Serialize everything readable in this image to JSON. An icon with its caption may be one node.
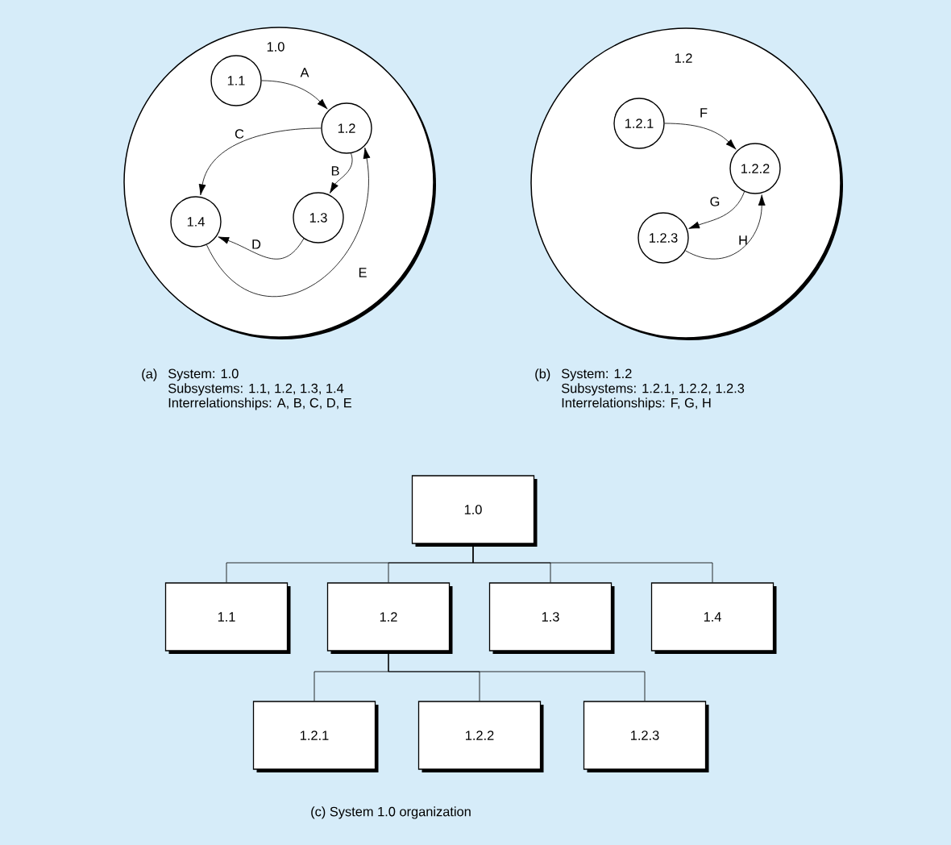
{
  "diagram": {
    "caption": "(c) System 1.0 organization",
    "nodes": [
      {
        "text": [
          "1.0"
        ]
      },
      {
        "text": [
          "1.1"
        ],
        "in": 0
      },
      {
        "text": [
          "1.2"
        ],
        "in": 0
      },
      {
        "text": [
          "1.3"
        ],
        "in": 0
      },
      {
        "text": [
          "1.4"
        ],
        "in": 0
      },
      {
        "text": [
          "1.2"
        ]
      },
      {
        "text": [
          "1.2.1"
        ],
        "in": 5
      },
      {
        "text": [
          "1.2.2"
        ],
        "in": 5
      },
      {
        "text": [
          "1.2.3"
        ],
        "in": 5
      },
      {
        "text": [
          "1.0"
        ]
      },
      {
        "text": [
          "1.1"
        ]
      },
      {
        "text": [
          "1.2"
        ]
      },
      {
        "text": [
          "1.3"
        ]
      },
      {
        "text": [
          "1.4"
        ]
      },
      {
        "text": [
          "1.2.1"
        ]
      },
      {
        "text": [
          "1.2.2"
        ]
      },
      {
        "text": [
          "1.2.3"
        ]
      }
    ],
    "edges": [
      {
        "from": 1,
        "to": 2,
        "arrow": "to",
        "label": "A"
      },
      {
        "from": 2,
        "to": 3,
        "arrow": "to",
        "label": "B"
      },
      {
        "from": 2,
        "to": 4,
        "arrow": "to",
        "label": "C"
      },
      {
        "from": 3,
        "to": 4,
        "arrow": "to",
        "label": "D"
      },
      {
        "from": 4,
        "to": 2,
        "arrow": "to",
        "label": "E"
      },
      {
        "from": 6,
        "to": 7,
        "arrow": "to",
        "label": "F"
      },
      {
        "from": 7,
        "to": 8,
        "arrow": "to",
        "label": "G"
      },
      {
        "from": 8,
        "to": 7,
        "arrow": "to",
        "label": "H"
      },
      {
        "from": 9,
        "to": 10,
        "arrow": "none"
      },
      {
        "from": 9,
        "to": 11,
        "arrow": "none"
      },
      {
        "from": 9,
        "to": 12,
        "arrow": "none"
      },
      {
        "from": 9,
        "to": 13,
        "arrow": "none"
      },
      {
        "from": 11,
        "to": 14,
        "arrow": "none"
      },
      {
        "from": 11,
        "to": 15,
        "arrow": "none"
      },
      {
        "from": 11,
        "to": 16,
        "arrow": "none"
      }
    ],
    "labels": [
      "(a)",
      "System: 1.0",
      "Subsystems: 1.1, 1.2, 1.3, 1.4",
      "Interrelationships: A, B, C, D, E",
      "(b)",
      "System: 1.2",
      "Subsystems: 1.2.1, 1.2.2, 1.2.3",
      "Interrelationships: F, G, H"
    ]
  }
}
